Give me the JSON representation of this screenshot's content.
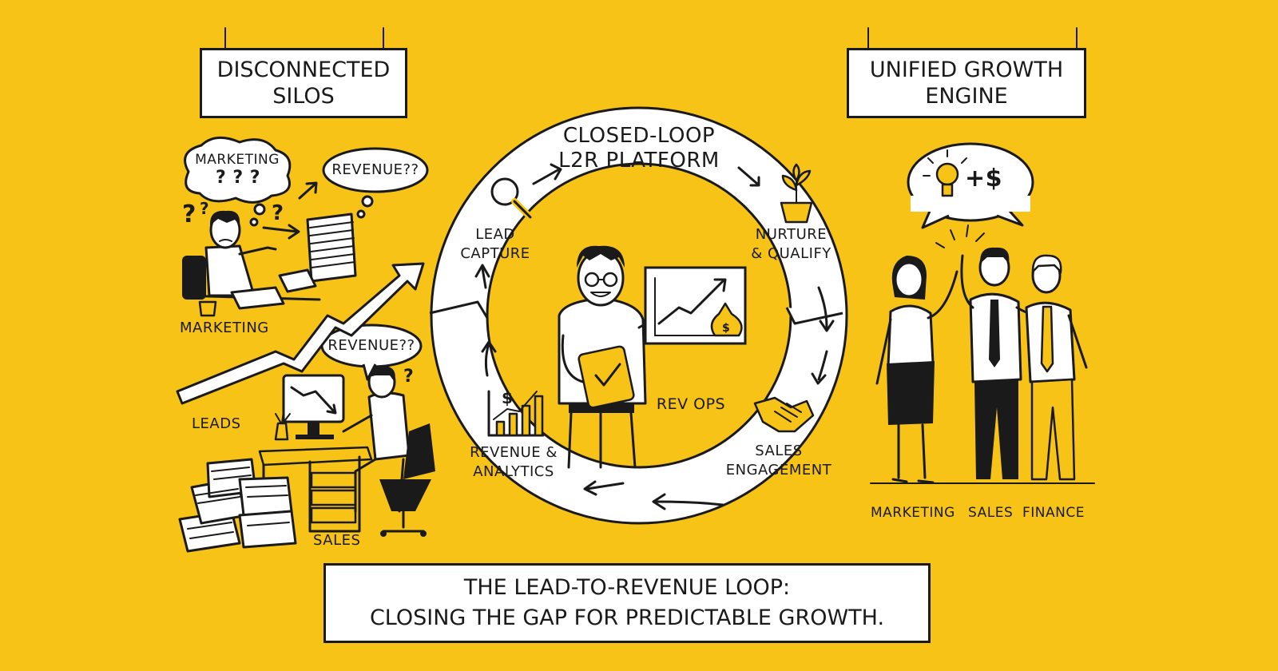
{
  "left_panel": {
    "title_line1": "Disconnected",
    "title_line2": "Silos",
    "bubble_marketing_text": "Marketing",
    "bubble_marketing_marks": "? ? ?",
    "bubble_revenue_top": "Revenue??",
    "bubble_revenue_mid": "Revenue??",
    "label_marketing": "Marketing",
    "label_leads": "Leads",
    "label_sales": "Sales"
  },
  "center_loop": {
    "title_line1": "Closed-Loop",
    "title_line2": "L2R Platform",
    "stages": [
      {
        "line1": "Lead",
        "line2": "Capture"
      },
      {
        "line1": "Nurture",
        "line2": "& Qualify"
      },
      {
        "line1": "Sales",
        "line2": "Engagement"
      },
      {
        "line1": "Revenue &",
        "line2": "Analytics"
      }
    ],
    "hub_label": "Rev Ops",
    "money_symbol": "$"
  },
  "right_panel": {
    "title_line1": "Unified Growth",
    "title_line2": "Engine",
    "bubble_text": "+$",
    "team_labels": [
      "Marketing",
      "Sales",
      "Finance"
    ]
  },
  "banner": {
    "line1": "The Lead-to-Revenue Loop:",
    "line2": "Closing the Gap for Predictable Growth."
  },
  "colors": {
    "background": "#F7C316",
    "ink": "#1a1a1a",
    "paper": "#ffffff"
  },
  "icons": [
    "magnifier-icon",
    "plant-icon",
    "handshake-icon",
    "bar-chart-icon",
    "lightbulb-icon",
    "money-bag-icon",
    "checkmark-icon"
  ]
}
